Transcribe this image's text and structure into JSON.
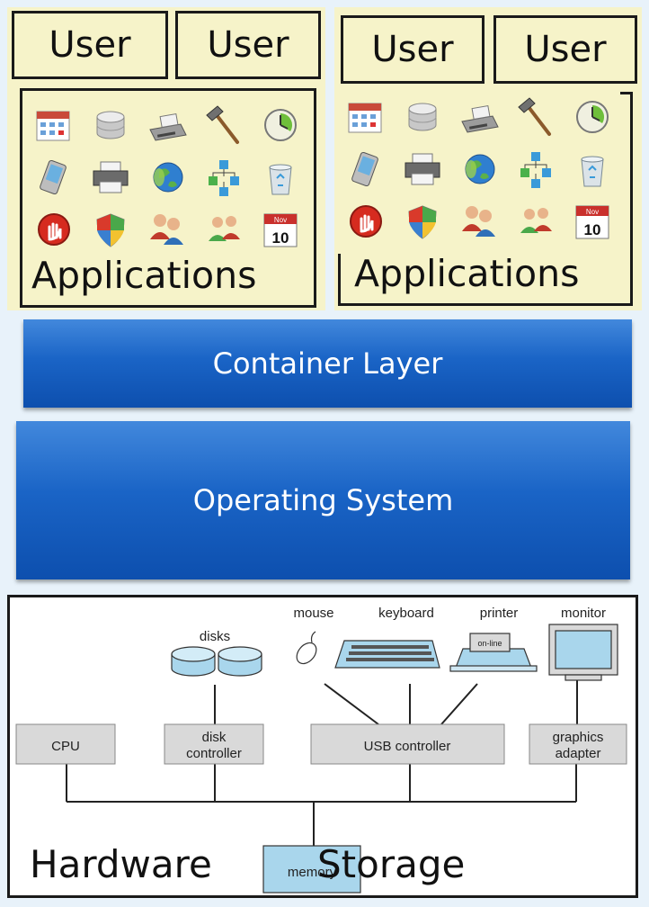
{
  "left": {
    "users": [
      "User",
      "User"
    ],
    "apps_label": "Applications",
    "icons": [
      "calendar-grid-icon",
      "database-icon",
      "fax-icon",
      "hammer-icon",
      "clock-icon",
      "handheld-device-icon",
      "printer-icon",
      "network-globe-icon",
      "hierarchy-icon",
      "recycle-bin-icon",
      "stop-hand-icon",
      "security-shield-icon",
      "users-group-icon",
      "users-pair-icon",
      "calendar-date-icon"
    ]
  },
  "right": {
    "users": [
      "User",
      "User"
    ],
    "apps_label": "Applications",
    "icons": [
      "calendar-grid-icon",
      "database-icon",
      "fax-icon",
      "hammer-icon",
      "clock-icon",
      "handheld-device-icon",
      "printer-icon",
      "network-globe-icon",
      "hierarchy-icon",
      "recycle-bin-icon",
      "stop-hand-icon",
      "security-shield-icon",
      "users-group-icon",
      "users-pair-icon",
      "calendar-date-icon"
    ]
  },
  "calendar_icon": {
    "month": "Nov",
    "day": "10"
  },
  "layers": {
    "container": "Container Layer",
    "os": "Operating System"
  },
  "hardware": {
    "devices": {
      "disks": "disks",
      "mouse": "mouse",
      "keyboard": "keyboard",
      "printer": "printer",
      "printer_status": "on-line",
      "monitor": "monitor"
    },
    "controllers": {
      "cpu": "CPU",
      "disk_controller": [
        "disk",
        "controller"
      ],
      "usb": "USB controller",
      "graphics": [
        "graphics",
        "adapter"
      ]
    },
    "memory": "memory",
    "label_hardware": "Hardware",
    "label_storage": "Storage"
  },
  "colors": {
    "background": "#e8f2fa",
    "panel": "#f6f3c9",
    "band_blue": "#1a64c6",
    "hw_box": "#d9d9d9",
    "device_blue": "#a9d6ec"
  }
}
